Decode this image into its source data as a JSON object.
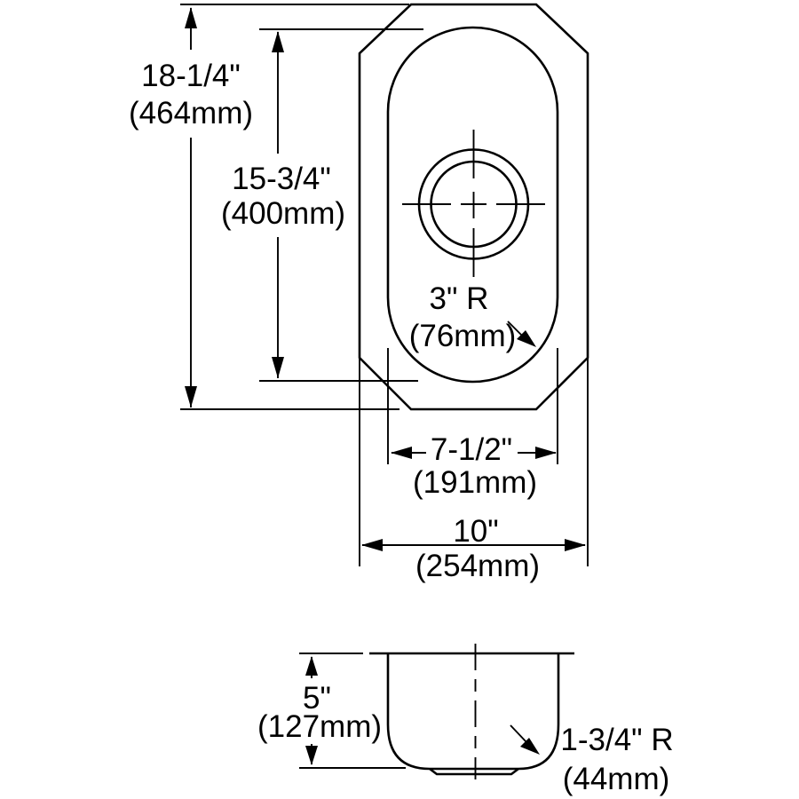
{
  "drawing_title": "undermount-bar-sink-dimension-drawing",
  "colors": {
    "line": "#000000",
    "background": "#ffffff"
  },
  "labels": {
    "overall_length_in": "18-1/4\"",
    "overall_length_mm": "(464mm)",
    "bowl_length_in": "15-3/4\"",
    "bowl_length_mm": "(400mm)",
    "corner_radius_in": "3\" R",
    "corner_radius_mm": "(76mm)",
    "bowl_width_in": "7-1/2\"",
    "bowl_width_mm": "(191mm)",
    "overall_width_in": "10\"",
    "overall_width_mm": "(254mm)",
    "bowl_depth_in": "5\"",
    "bowl_depth_mm": "(127mm)",
    "bottom_radius_in": "1-3/4\" R",
    "bottom_radius_mm": "(44mm)"
  }
}
